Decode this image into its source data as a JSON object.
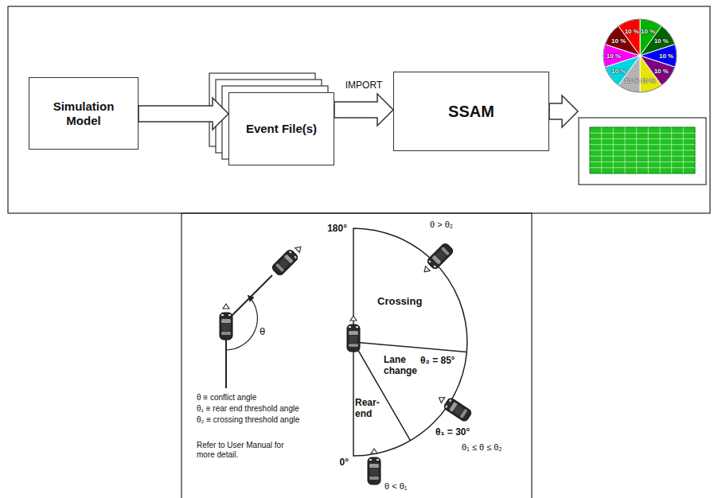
{
  "diagram": {
    "nodes": [
      {
        "text": [
          "Simulation Model"
        ]
      },
      {
        "text": [
          "Event File(s)"
        ]
      },
      {
        "text": [
          "SSAM"
        ]
      },
      {
        "text": [
          "10 %",
          "10 %",
          "10 %",
          "10 %",
          "10 %",
          "10 %",
          "10 %",
          "10 %",
          "10 %",
          "10 %"
        ]
      }
    ],
    "edges": [
      {
        "from": 0,
        "to": 1,
        "arrow": "to"
      },
      {
        "from": 1,
        "to": 2,
        "label": "IMPORT",
        "arrow": "to"
      },
      {
        "from": 2,
        "to": 3,
        "arrow": "to"
      }
    ],
    "labels": [
      "180°",
      "θ > θ₂",
      "Crossing",
      "θ₂ = 85°",
      "Lane change",
      "Rear-end",
      "θ₁ = 30°",
      "0°",
      "θ < θ₁",
      "θ₁ ≤ θ ≤ θ₂",
      "θ",
      "θ ≡ conflict angle",
      "θ₁ ≡ rear end threshold angle",
      "θ₂ ≡ crossing threshold angle",
      "Refer to User Manual for more detail."
    ]
  }
}
